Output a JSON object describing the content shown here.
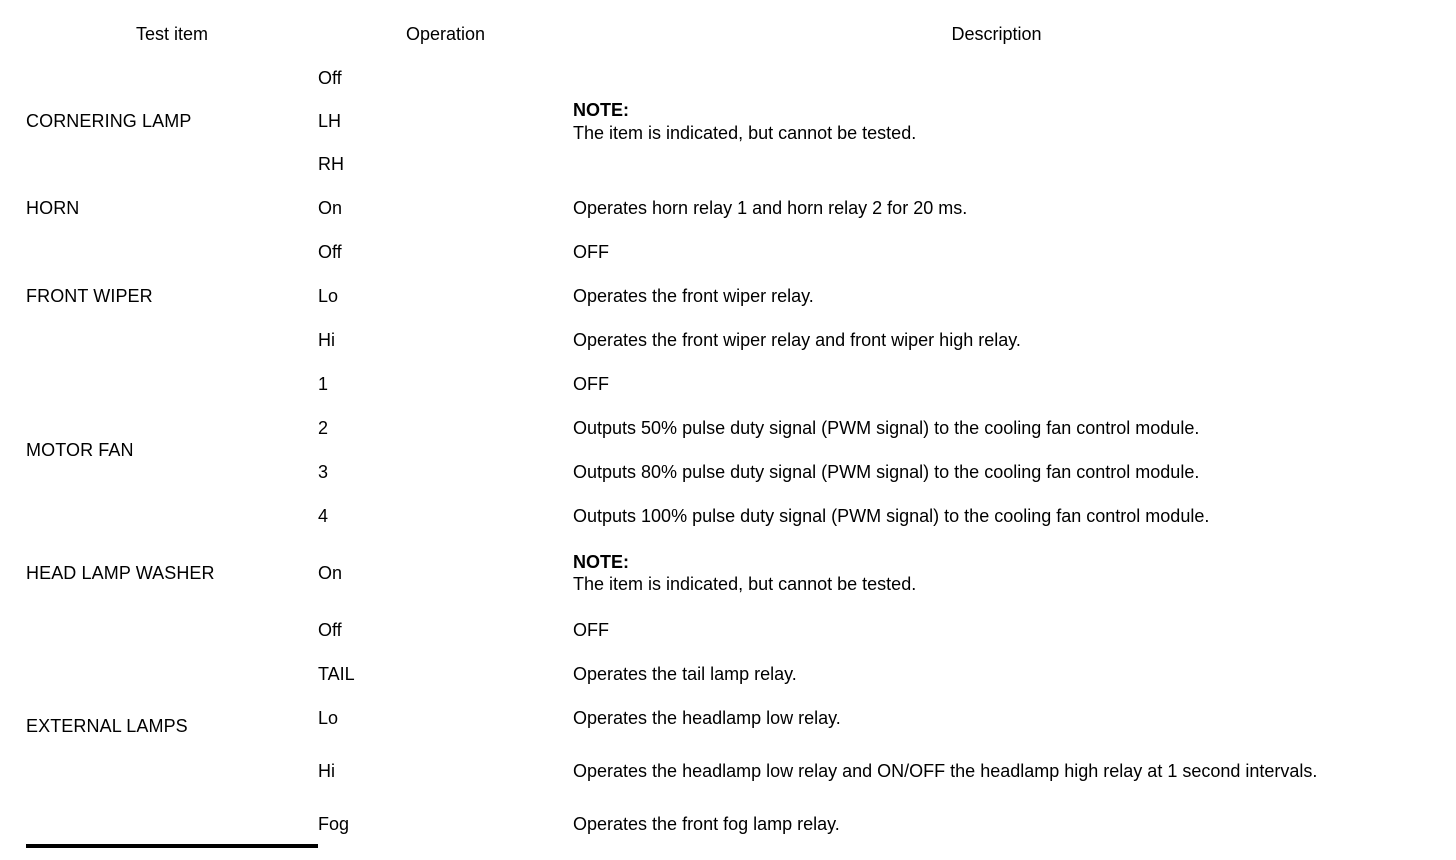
{
  "table": {
    "headers": {
      "test_item": "Test item",
      "operation": "Operation",
      "description": "Description"
    },
    "note": {
      "label": "NOTE:",
      "body": "The item is indicated, but cannot be tested."
    },
    "groups": [
      {
        "test_item": "CORNERING LAMP",
        "rows": [
          {
            "operation": "Off",
            "description": ""
          },
          {
            "operation": "LH",
            "description": ""
          },
          {
            "operation": "RH",
            "description": ""
          }
        ],
        "shared_description_is_note": true
      },
      {
        "test_item": "HORN",
        "rows": [
          {
            "operation": "On",
            "description": "Operates horn relay 1 and horn relay 2 for 20 ms."
          }
        ],
        "shared_description_is_note": false
      },
      {
        "test_item": "FRONT WIPER",
        "rows": [
          {
            "operation": "Off",
            "description": "OFF"
          },
          {
            "operation": "Lo",
            "description": "Operates the front wiper relay."
          },
          {
            "operation": "Hi",
            "description": "Operates the front wiper relay and front wiper high relay."
          }
        ],
        "shared_description_is_note": false
      },
      {
        "test_item": "MOTOR FAN",
        "rows": [
          {
            "operation": "1",
            "description": "OFF"
          },
          {
            "operation": "2",
            "description": "Outputs 50% pulse duty signal (PWM signal) to the cooling fan control module."
          },
          {
            "operation": "3",
            "description": "Outputs 80% pulse duty signal (PWM signal) to the cooling fan control module."
          },
          {
            "operation": "4",
            "description": "Outputs 100% pulse duty signal (PWM signal) to the cooling fan control module."
          }
        ],
        "shared_description_is_note": false
      },
      {
        "test_item": "HEAD LAMP WASHER",
        "rows": [
          {
            "operation": "On",
            "description": ""
          }
        ],
        "shared_description_is_note": true
      },
      {
        "test_item": "EXTERNAL LAMPS",
        "rows": [
          {
            "operation": "Off",
            "description": "OFF"
          },
          {
            "operation": "TAIL",
            "description": "Operates the tail lamp relay."
          },
          {
            "operation": "Lo",
            "description": "Operates the headlamp low relay."
          },
          {
            "operation": "Hi",
            "description": "Operates the headlamp low relay and ON/OFF the headlamp high relay at 1 second intervals."
          },
          {
            "operation": "Fog",
            "description": "Operates the front fog lamp relay."
          }
        ],
        "shared_description_is_note": false
      }
    ]
  }
}
